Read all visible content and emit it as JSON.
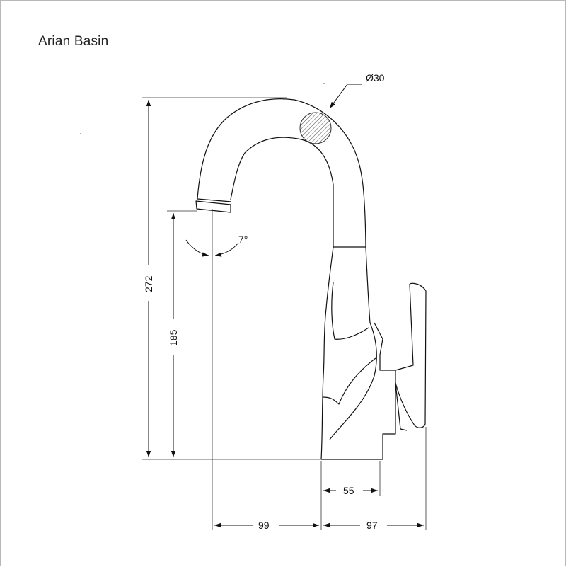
{
  "drawing": {
    "title": "Arian Basin",
    "dimensions": {
      "diameter": "Ø30",
      "angle": "7°",
      "total_height": "272",
      "spout_height": "185",
      "reach": "99",
      "base_depth": "97",
      "base_width": "55"
    }
  }
}
